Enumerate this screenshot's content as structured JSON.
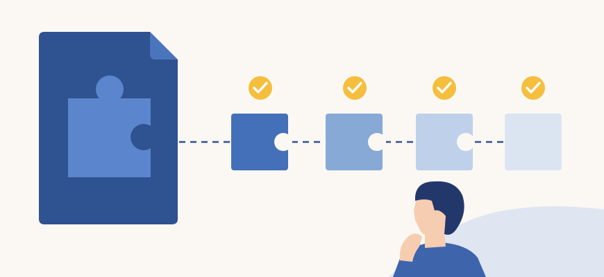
{
  "colors": {
    "background": "#fbf8f4",
    "document": "#2f5290",
    "document_fold": "#4a74bc",
    "big_piece": "#5b86cd",
    "piece_1": "#4470b9",
    "piece_2": "#87a9d6",
    "piece_3": "#bfd1ea",
    "piece_4": "#dbe5f2",
    "dashes": "#2f5290",
    "check_badge": "#f5be3d",
    "check_mark": "#ffffff",
    "hill": "#dfe6f1",
    "skin": "#f6cdb0",
    "hair": "#23386a",
    "shirt": "#3e64ac"
  },
  "icons": {
    "document": "document-icon",
    "puzzle": "puzzle-piece-icon",
    "check": "check-circle-icon",
    "person": "thinking-person-icon"
  },
  "steps": [
    {
      "state": "complete",
      "piece_color": "piece_1"
    },
    {
      "state": "complete",
      "piece_color": "piece_2"
    },
    {
      "state": "complete",
      "piece_color": "piece_3"
    },
    {
      "state": "complete",
      "piece_color": "piece_4"
    }
  ]
}
